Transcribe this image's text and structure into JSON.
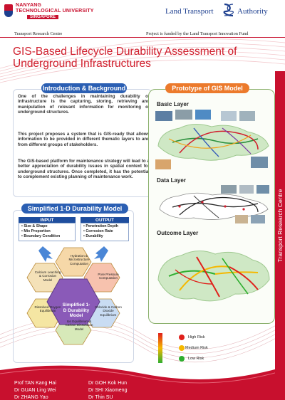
{
  "header": {
    "ntu_line1": "NANYANG",
    "ntu_line2": "TECHNOLOGICAL UNIVERSITY",
    "ntu_line3": "SINGAPORE",
    "lta_part1": "Land Transport",
    "lta_part2": "Authority",
    "centre": "Transport Research Centre",
    "funding": "Project is funded by the Land Transport Innovation Fund"
  },
  "title": "GIS-Based Lifecycle Durability Assessment of Underground Infrastructures",
  "side_band_text": "Transport Research Centre",
  "intro": {
    "heading": "Introduction & Background",
    "paragraphs": [
      "One of the challenges in maintaining durability of infrastructure is the capturing, storing, retrieving and manipulation of relevant information for monitoring of underground structures.",
      "This project proposes a system that is GIS-ready that allows information to be provided in different thematic layers to and from different groups of stakeholders.",
      "The GIS-based platform for maintenance strategy will lead to a better appreciation of durability issues in spatial context for underground structures. Once completed, it has the potential to complement existing planning of maintenance work."
    ]
  },
  "gis_model": {
    "heading": "Prototype of GIS Model",
    "layers": [
      "Basic Layer",
      "Data Layer",
      "Outcome Layer"
    ],
    "legend": [
      {
        "label": "High Risk",
        "color": "#e0201b"
      },
      {
        "label": "Medium Risk",
        "color": "#f5b800"
      },
      {
        "label": "Low Risk",
        "color": "#2fae2f"
      }
    ]
  },
  "durability": {
    "heading": "Simplified 1-D Durability Model",
    "input_heading": "INPUT",
    "input_items": [
      "• Size & Shape",
      "• Mix Proportion",
      "• Boundary Condition"
    ],
    "output_heading": "OUTPUT",
    "output_items": [
      "• Penetration Depth",
      "• Corrosion Rate",
      "• Durability"
    ],
    "center_label": "Simplified 1-D Durability Model",
    "modules": [
      "Hydration & Microstructure Computation",
      "Pore Pressure Computation",
      "Chloride & Carbon Dioxide Equilibrium",
      "Ion Equilibrium & Carbon Dissolution Model",
      "Dissolved Oxygen Equilibrium",
      "Calcium Leaching & Corrosion Model"
    ]
  },
  "investigators": {
    "left": [
      "Prof TAN Kang Hai",
      "Dr GUAN Ling Wei",
      "Dr ZHANG Yao"
    ],
    "right": [
      "Dr GOH Kok Hun",
      "Dr SHI Xiaomeng",
      "Dr Thin SU"
    ]
  },
  "colors": {
    "brand_red": "#c8102e",
    "title_red": "#d01f2d",
    "blue": "#2b5fb3",
    "orange": "#ec7a2c"
  }
}
